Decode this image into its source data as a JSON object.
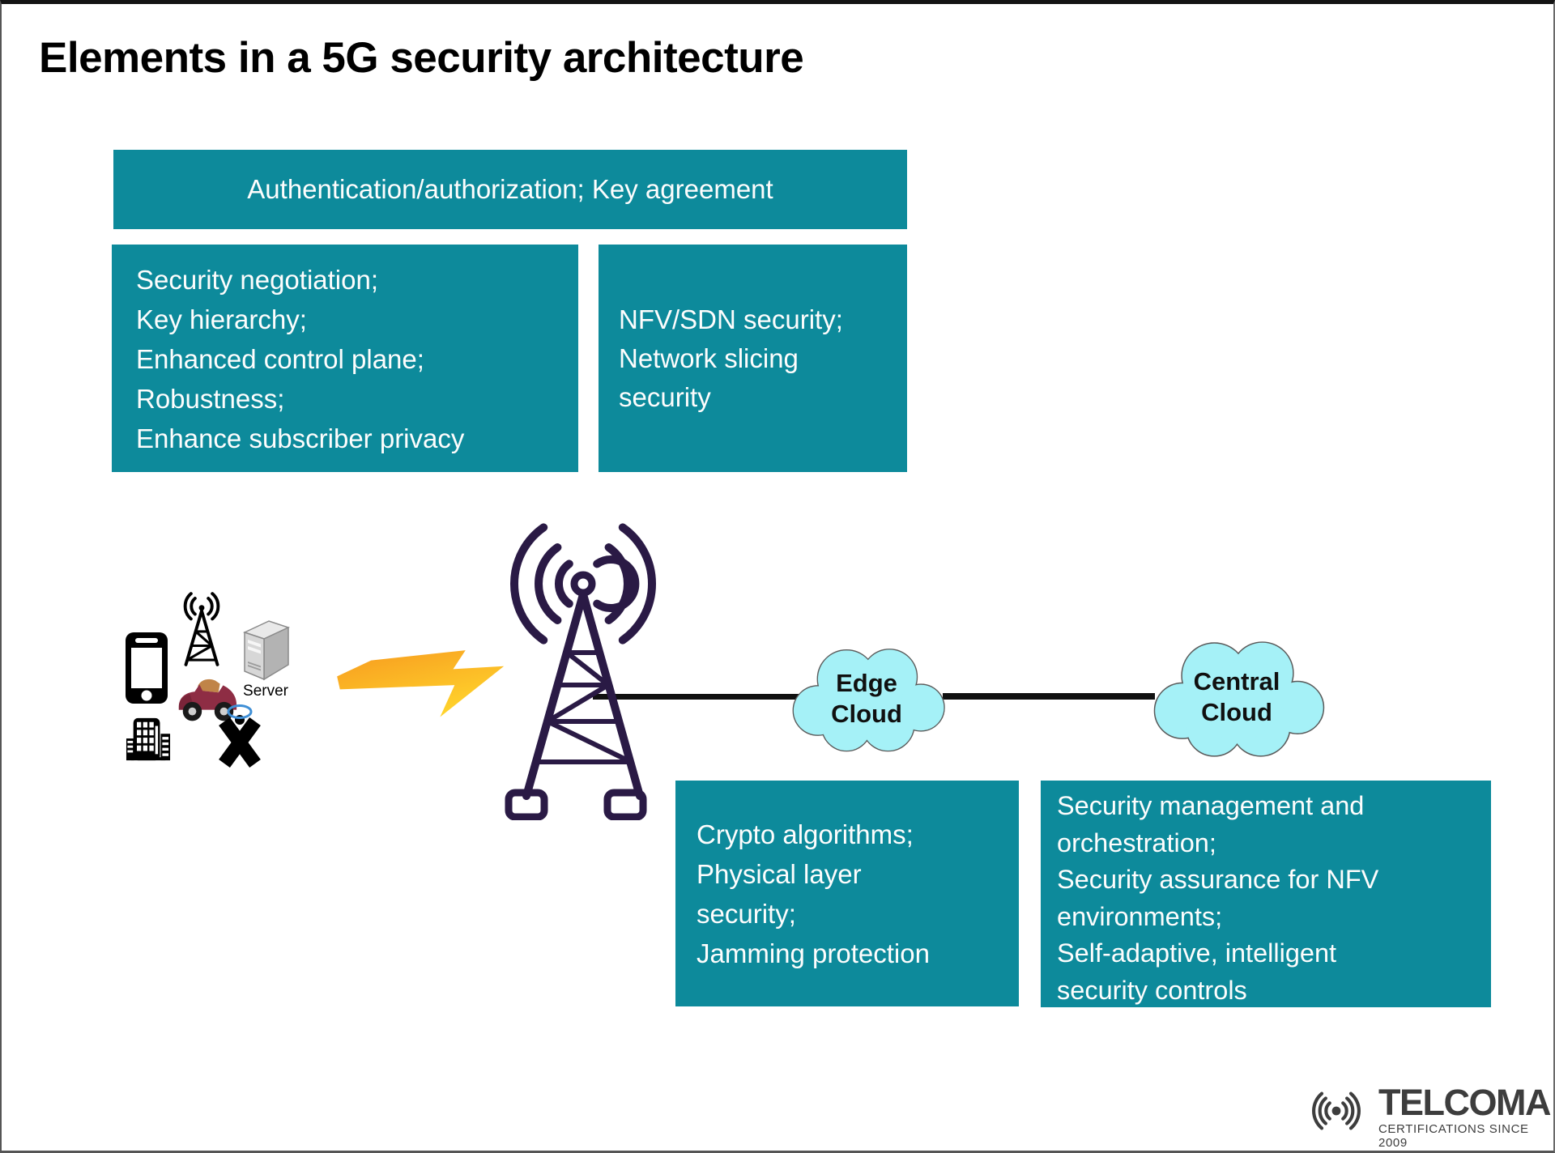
{
  "slide": {
    "title": "Elements in a 5G security architecture"
  },
  "security_boxes": {
    "authentication": {
      "text": "Authentication/authorization; Key agreement"
    },
    "access_network": {
      "text": "Security negotiation;\nKey hierarchy;\nEnhanced control plane;\nRobustness;\nEnhance subscriber privacy"
    },
    "nfv_sdn": {
      "text": "NFV/SDN security;\nNetwork slicing\nsecurity"
    },
    "radio_link": {
      "text": "Crypto algorithms;\nPhysical layer\nsecurity;\nJamming protection"
    },
    "management": {
      "text": "Security management and\norchestration;\nSecurity assurance for NFV\nenvironments;\nSelf-adaptive, intelligent\nsecurity controls"
    }
  },
  "network": {
    "edge_cloud_label": "Edge\nCloud",
    "central_cloud_label": "Central\nCloud",
    "server_label": "Server"
  },
  "icons": {
    "device_cluster": [
      "smartphone-icon",
      "antenna-tower-icon",
      "server-icon",
      "car-icon",
      "building-icon",
      "person-icon"
    ],
    "scene": [
      "lightning-bolt-icon",
      "cell-tower-icon",
      "edge-cloud-shape",
      "central-cloud-shape"
    ],
    "logo": [
      "radio-waves-logo-icon"
    ]
  },
  "colors": {
    "box_teal": "#0d8a9b",
    "box_text": "#fdfdfd",
    "cloud_fill": "#a5f1f7",
    "cloud_stroke": "#5a5a5a",
    "tower_purple": "#2a1a45",
    "bolt_orange": "#f79a1f",
    "bolt_yellow": "#ffd42c",
    "connector_black": "#111111",
    "car_maroon": "#8e2d44",
    "halo_blue": "#3f8fd6",
    "logo_gray": "#3d3d3d"
  },
  "logo": {
    "brand": "TELCOMA",
    "tagline": "CERTIFICATIONS SINCE 2009"
  }
}
